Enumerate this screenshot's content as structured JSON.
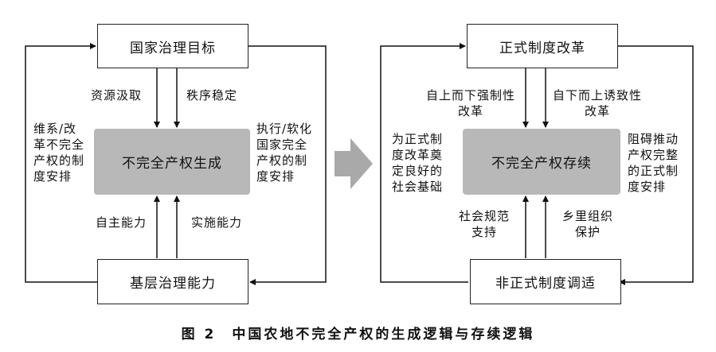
{
  "left_diagram": {
    "top_box": "国家治理目标",
    "center_box": "不完全产权生成",
    "bottom_box": "基层治理能力",
    "label_down_left": "资源汲取",
    "label_down_right": "秩序稳定",
    "label_up_left": "自主能力",
    "label_up_right": "实施能力",
    "side_left": [
      "维系/改",
      "革不完全",
      "产权的制",
      "度安排"
    ],
    "side_right": [
      "执行/软化",
      "国家完全",
      "产权的制",
      "度安排"
    ]
  },
  "right_diagram": {
    "top_box": "正式制度改革",
    "center_box": "不完全产权存续",
    "bottom_box": "非正式制度调适",
    "label_down_left": [
      "自上而下强制性",
      "改革"
    ],
    "label_down_right": [
      "自下而上诱致性",
      "改革"
    ],
    "label_up_left": [
      "社会规范",
      "支持"
    ],
    "label_up_right": [
      "乡里组织",
      "保护"
    ],
    "side_left": [
      "为正式制",
      "度改革奠",
      "定良好的",
      "社会基础"
    ],
    "side_right": [
      "阻碍推动",
      "产权完整",
      "的正式制",
      "度安排"
    ]
  },
  "caption": "图 2　中国农地不完全产权的生成逻辑与存续逻辑"
}
